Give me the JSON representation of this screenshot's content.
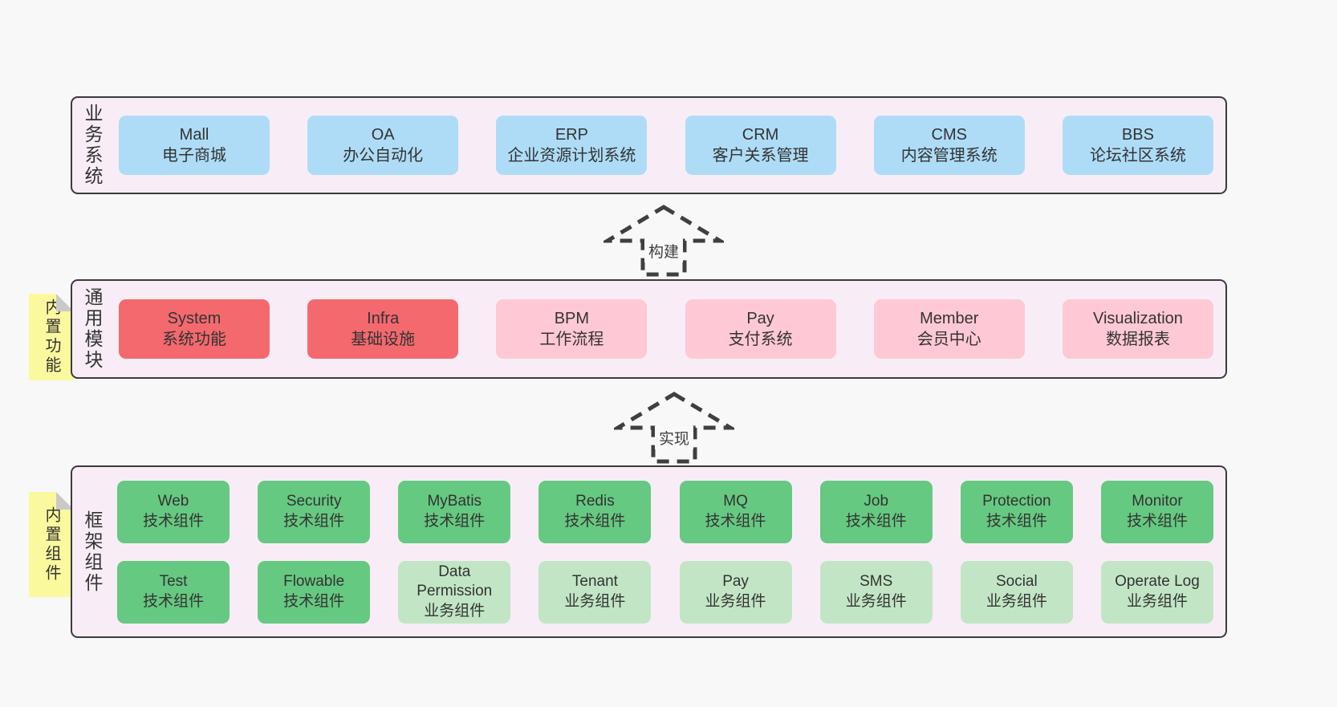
{
  "colors": {
    "page_bg": "#f8f8f8",
    "panel_bg": "#f8edf6",
    "panel_border": "#3b3b3b",
    "box_blue": "#aedcf7",
    "box_red": "#f4696e",
    "box_pink": "#fec9d4",
    "box_green": "#66c981",
    "box_light_green": "#c2e6c5",
    "note_yellow": "#fbf99e",
    "note_fold_gray": "#c9c9c9"
  },
  "sections": {
    "business": {
      "title": "业务系统",
      "boxes": [
        {
          "name": "Mall",
          "desc": "电子商城"
        },
        {
          "name": "OA",
          "desc": "办公自动化"
        },
        {
          "name": "ERP",
          "desc": "企业资源计划系统"
        },
        {
          "name": "CRM",
          "desc": "客户关系管理"
        },
        {
          "name": "CMS",
          "desc": "内容管理系统"
        },
        {
          "name": "BBS",
          "desc": "论坛社区系统"
        }
      ]
    },
    "modules": {
      "title": "通用模块",
      "note": "内置功能",
      "boxes": [
        {
          "name": "System",
          "desc": "系统功能"
        },
        {
          "name": "Infra",
          "desc": "基础设施"
        },
        {
          "name": "BPM",
          "desc": "工作流程"
        },
        {
          "name": "Pay",
          "desc": "支付系统"
        },
        {
          "name": "Member",
          "desc": "会员中心"
        },
        {
          "name": "Visualization",
          "desc": "数据报表"
        }
      ]
    },
    "framework": {
      "title": "框架组件",
      "note": "内置组件",
      "row1": [
        {
          "name": "Web",
          "desc": "技术组件"
        },
        {
          "name": "Security",
          "desc": "技术组件"
        },
        {
          "name": "MyBatis",
          "desc": "技术组件"
        },
        {
          "name": "Redis",
          "desc": "技术组件"
        },
        {
          "name": "MQ",
          "desc": "技术组件"
        },
        {
          "name": "Job",
          "desc": "技术组件"
        },
        {
          "name": "Protection",
          "desc": "技术组件"
        },
        {
          "name": "Monitor",
          "desc": "技术组件"
        }
      ],
      "row2": [
        {
          "name": "Test",
          "desc": "技术组件"
        },
        {
          "name": "Flowable",
          "desc": "技术组件"
        },
        {
          "name": "Data Permission",
          "desc": "业务组件"
        },
        {
          "name": "Tenant",
          "desc": "业务组件"
        },
        {
          "name": "Pay",
          "desc": "业务组件"
        },
        {
          "name": "SMS",
          "desc": "业务组件"
        },
        {
          "name": "Social",
          "desc": "业务组件"
        },
        {
          "name": "Operate Log",
          "desc": "业务组件"
        }
      ]
    }
  },
  "arrows": {
    "build": "构建",
    "implement": "实现"
  }
}
